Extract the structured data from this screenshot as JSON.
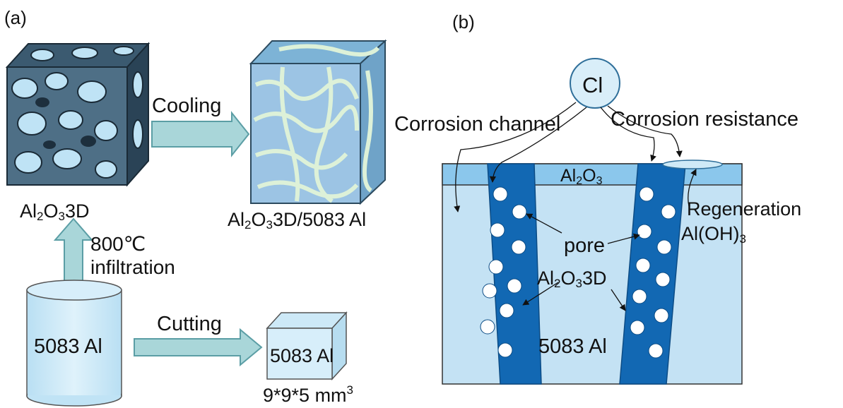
{
  "panel_a": {
    "label": "(a)",
    "cooling_label": "Cooling",
    "foam_label_main": "Al",
    "foam_label_sub1": "2",
    "foam_label_mid": "O",
    "foam_label_sub2": "3",
    "foam_label_end": "3D",
    "composite_label_main": "Al",
    "composite_label_sub1": "2",
    "composite_label_mid": "O",
    "composite_label_sub2": "3",
    "composite_label_end": "3D/5083 Al",
    "infiltration_temp": "800℃",
    "infiltration_label": "infiltration",
    "cylinder_label": "5083 Al",
    "cutting_label": "Cutting",
    "block_label": "5083 Al",
    "block_size_main": "9*9*5 mm",
    "block_size_sup": "3"
  },
  "panel_b": {
    "label": "(b)",
    "ion_label": "Cl",
    "corrosion_channel_label": "Corrosion channel",
    "corrosion_resistance_label": "Corrosion resistance",
    "oxide_layer_main": "Al",
    "oxide_layer_sub1": "2",
    "oxide_layer_mid": "O",
    "oxide_layer_sub2": "3",
    "regeneration_label": "Regeneration",
    "hydroxide_main": "Al(OH)",
    "hydroxide_sub": "3",
    "pore_label": "pore",
    "skeleton_main": "Al",
    "skeleton_sub1": "2",
    "skeleton_mid": "O",
    "skeleton_sub2": "3",
    "skeleton_end": "3D",
    "matrix_label": "5083 Al"
  },
  "colors": {
    "arrow_fill": "#a9d6d9",
    "arrow_stroke": "#5b9ea5",
    "matrix_fill": "#c4e2f4",
    "oxide_fill": "#8bc7ec",
    "skeleton_fill": "#1268b3",
    "cylinder_fill": "#c8e7f7",
    "cube_face": "#9cc4e4",
    "foam_cube": "#2f4a5e"
  }
}
